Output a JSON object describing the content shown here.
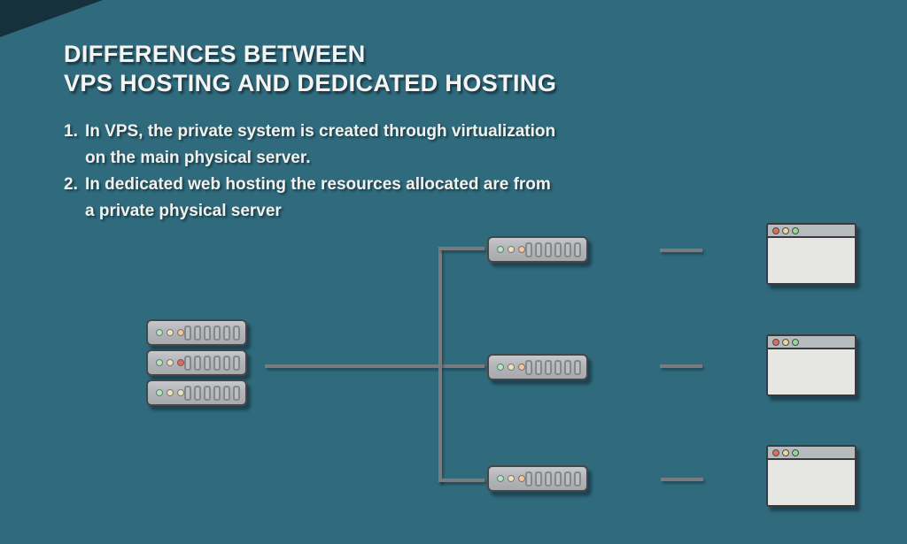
{
  "title": {
    "line1": "DIFFERENCES BETWEEN",
    "line2": "VPS HOSTING AND DEDICATED HOSTING"
  },
  "notes": [
    {
      "number": "1.",
      "lines": [
        "In VPS, the private system is created through virtualization",
        "on the main physical server."
      ]
    },
    {
      "number": "2.",
      "lines": [
        "In dedicated web hosting the resources allocated are from",
        "a private physical server"
      ]
    }
  ],
  "colors": {
    "background": "#2f6a7d",
    "corner": "#16303c",
    "line": "#797c7f",
    "browser_bar": "#b6bbbd",
    "browser_body": "#e6e6e3",
    "led_green": "#b2e5c0",
    "led_cream": "#ece1bd",
    "led_orange": "#f3c79b",
    "led_red": "#e1695c",
    "dot_red": "#dd6e61",
    "dot_yellow": "#edd59f",
    "dot_green": "#95d498"
  },
  "diagram": {
    "slots_per_server": 6,
    "main_stack": {
      "units": [
        {
          "leds": [
            "green",
            "cream",
            "orange"
          ]
        },
        {
          "leds": [
            "green",
            "cream",
            "red"
          ]
        },
        {
          "leds": [
            "green",
            "cream",
            "cream"
          ]
        }
      ]
    },
    "vps_servers": [
      {
        "leds": [
          "green",
          "cream",
          "orange"
        ]
      },
      {
        "leds": [
          "green",
          "cream",
          "orange"
        ]
      },
      {
        "leds": [
          "green",
          "cream",
          "orange"
        ]
      }
    ],
    "windows": [
      {
        "dots": [
          "red",
          "yellow",
          "green"
        ]
      },
      {
        "dots": [
          "red",
          "yellow",
          "green"
        ]
      },
      {
        "dots": [
          "red",
          "yellow",
          "green"
        ]
      }
    ]
  }
}
